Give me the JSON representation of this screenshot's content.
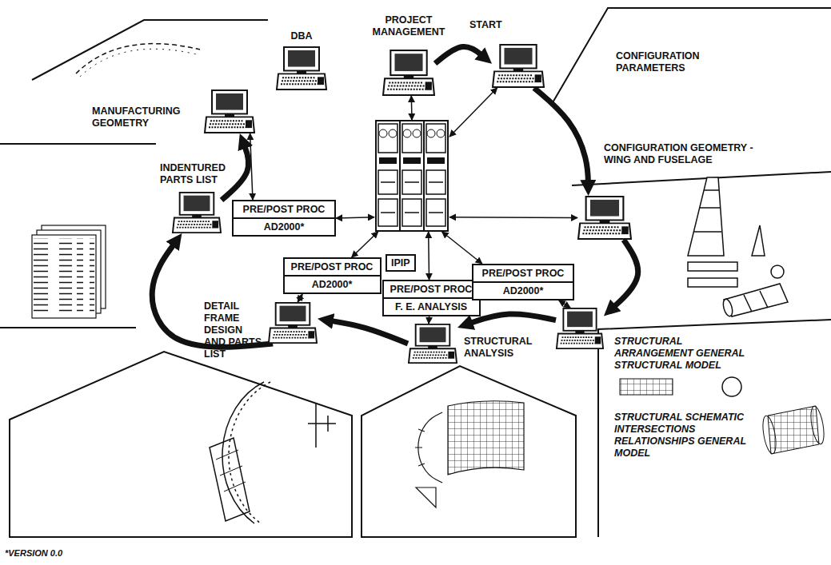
{
  "diagram": {
    "nodes": [
      {
        "text": [
          "DBA"
        ]
      },
      {
        "text": [
          "PROJECT MANAGEMENT"
        ]
      },
      {
        "text": [
          "MANUFACTURING GEOMETRY"
        ]
      },
      {
        "text": [
          "CONFIGURATION PARAMETERS"
        ]
      },
      {
        "text": [
          "IPIP"
        ]
      },
      {
        "text": [
          "INDENTURED PARTS LIST"
        ]
      },
      {
        "text": [
          "PRE/POST PROC",
          "AD2000*"
        ]
      },
      {
        "text": [
          "CONFIGURATION GEOMETRY - WING AND FUSELAGE"
        ]
      },
      {
        "text": [
          "PRE/POST PROC",
          "AD2000*"
        ]
      },
      {
        "text": [
          "PRE/POST PROC",
          "F. E. ANALYSIS"
        ]
      },
      {
        "text": [
          "PRE/POST PROC",
          "AD2000*"
        ]
      },
      {
        "text": [
          "STRUCTURAL ARRANGEMENT GENERAL STRUCTURAL MODEL",
          "STRUCTURAL SCHEMATIC INTERSECTIONS RELATIONSHIPS GENERAL MODEL"
        ]
      },
      {
        "text": [
          "DETAIL FRAME DESIGN AND PARTS LIST"
        ]
      },
      {
        "text": [
          "STRUCTURAL ANALYSIS"
        ]
      }
    ],
    "edges": [
      {
        "from": 1,
        "to": 3,
        "arrow": "to",
        "label": "START"
      },
      {
        "from": 3,
        "to": 7,
        "arrow": "to"
      },
      {
        "from": 7,
        "to": 11,
        "arrow": "to"
      },
      {
        "from": 11,
        "to": 13,
        "arrow": "to"
      },
      {
        "from": 13,
        "to": 12,
        "arrow": "to"
      },
      {
        "from": 12,
        "to": 5,
        "arrow": "to"
      },
      {
        "from": 5,
        "to": 2,
        "arrow": "to"
      },
      {
        "from": 4,
        "to": 1,
        "arrow": "both"
      },
      {
        "from": 4,
        "to": 3,
        "arrow": "both"
      },
      {
        "from": 4,
        "to": 7,
        "arrow": "both"
      },
      {
        "from": 4,
        "to": 10,
        "arrow": "both"
      },
      {
        "from": 10,
        "to": 11,
        "arrow": "both"
      },
      {
        "from": 4,
        "to": 9,
        "arrow": "both"
      },
      {
        "from": 9,
        "to": 13,
        "arrow": "to"
      },
      {
        "from": 4,
        "to": 8,
        "arrow": "both"
      },
      {
        "from": 8,
        "to": 12,
        "arrow": "both"
      },
      {
        "from": 4,
        "to": 6,
        "arrow": "both"
      },
      {
        "from": 6,
        "to": 2,
        "arrow": "both"
      }
    ],
    "labels": [
      "*VERSION 0.0"
    ]
  }
}
